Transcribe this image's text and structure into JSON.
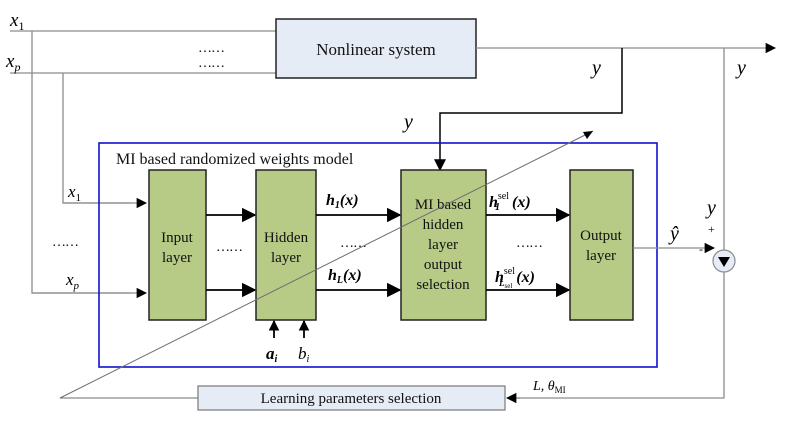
{
  "diagram": {
    "title": "MI based randomized weights model",
    "blocks": {
      "nonlinear_system": "Nonlinear system",
      "input_layer": [
        "Input",
        "layer"
      ],
      "hidden_layer": [
        "Hidden",
        "layer"
      ],
      "mi_selection": [
        "MI based",
        "hidden",
        "layer",
        "output",
        "selection"
      ],
      "output_layer": [
        "Output",
        "layer"
      ],
      "learning_params": "Learning parameters selection"
    },
    "signals": {
      "x1": "x",
      "x1_sub": "1",
      "xp": "x",
      "xp_sub": "p",
      "y": "y",
      "y_hat": "ŷ",
      "h1": "h",
      "h1_sub": "1",
      "hL": "h",
      "hL_sub": "L",
      "arg_x": "(x)",
      "h1sel": "h",
      "h1sel_sup": "sel",
      "h1sel_sub": "1",
      "hLsel": "h",
      "hLsel_sup": "sel",
      "hLsel_sub": "L",
      "hLsel_subsub": "sel",
      "ai": "a",
      "ai_sub": "i",
      "bi": "b",
      "bi_sub": "i",
      "params_L": "L, θ",
      "params_sub": "MI",
      "plus": "+",
      "minus": "-",
      "ellipsis": "……"
    },
    "colors": {
      "block_green": "#b7cb87",
      "block_blue": "#e6ecf6",
      "frame_blue": "#1010d0",
      "line_gray": "#8c8c8c"
    }
  }
}
